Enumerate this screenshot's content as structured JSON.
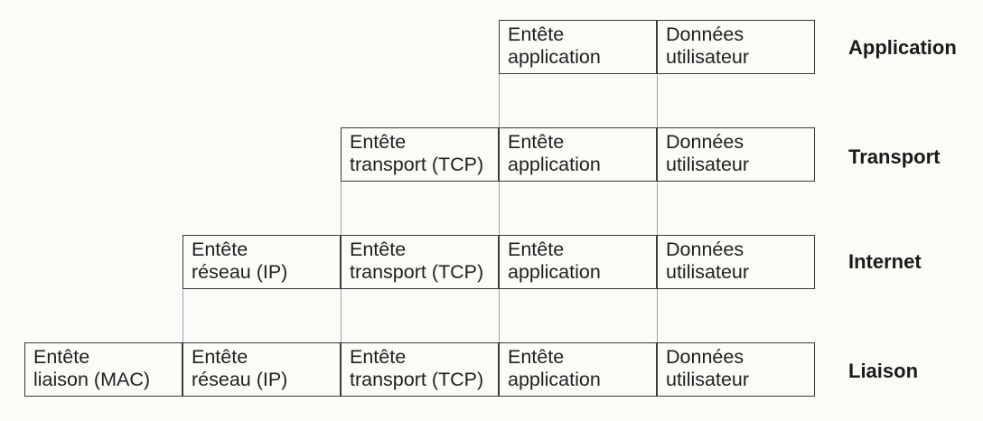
{
  "layers": [
    {
      "id": "application",
      "label": "Application",
      "cells": [
        {
          "id": "app-header",
          "line1": "Entête",
          "line2": "application"
        },
        {
          "id": "user-data",
          "line1": "Données",
          "line2": "utilisateur"
        }
      ]
    },
    {
      "id": "transport",
      "label": "Transport",
      "cells": [
        {
          "id": "transport-header",
          "line1": "Entête",
          "line2": "transport (TCP)"
        },
        {
          "id": "app-header",
          "line1": "Entête",
          "line2": "application"
        },
        {
          "id": "user-data",
          "line1": "Données",
          "line2": "utilisateur"
        }
      ]
    },
    {
      "id": "internet",
      "label": "Internet",
      "cells": [
        {
          "id": "network-header",
          "line1": "Entête",
          "line2": "réseau (IP)"
        },
        {
          "id": "transport-header",
          "line1": "Entête",
          "line2": "transport (TCP)"
        },
        {
          "id": "app-header",
          "line1": "Entête",
          "line2": "application"
        },
        {
          "id": "user-data",
          "line1": "Données",
          "line2": "utilisateur"
        }
      ]
    },
    {
      "id": "link",
      "label": "Liaison",
      "cells": [
        {
          "id": "link-header",
          "line1": "Entête",
          "line2": "liaison (MAC)"
        },
        {
          "id": "network-header",
          "line1": "Entête",
          "line2": "réseau (IP)"
        },
        {
          "id": "transport-header",
          "line1": "Entête",
          "line2": "transport (TCP)"
        },
        {
          "id": "app-header",
          "line1": "Entête",
          "line2": "application"
        },
        {
          "id": "user-data",
          "line1": "Données",
          "line2": "utilisateur"
        }
      ]
    }
  ]
}
